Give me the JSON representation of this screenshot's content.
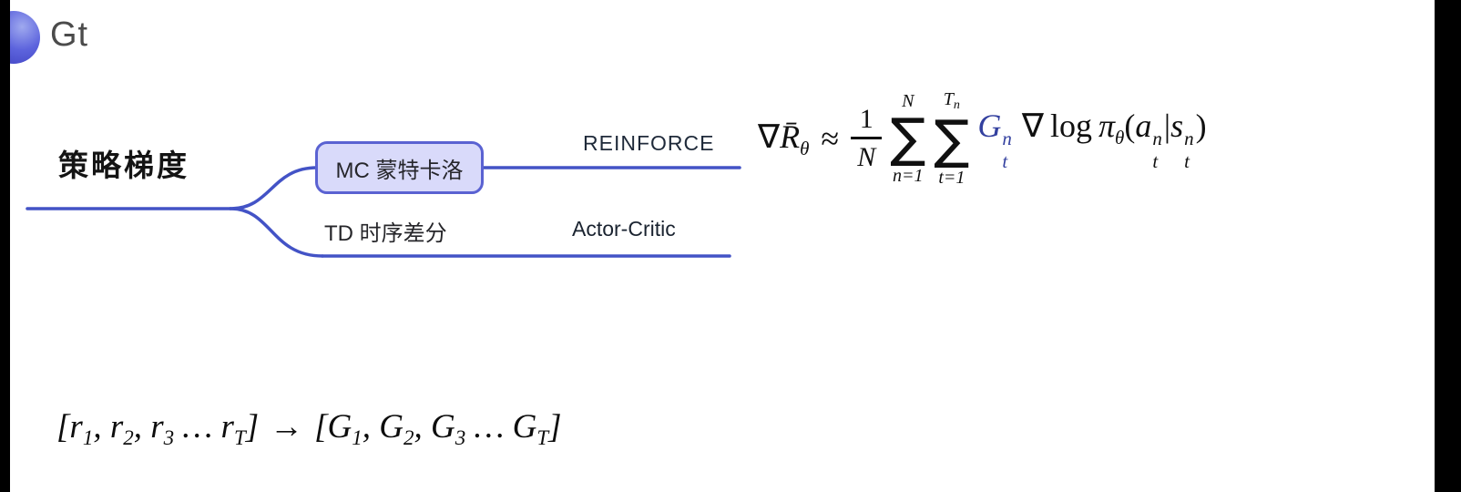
{
  "colors": {
    "connector": "#4353c6",
    "node_fill": "#d9dafa",
    "node_border": "#5a62d2",
    "g_term": "#33409f",
    "logo_text": "#4b4b4b"
  },
  "logo": {
    "text": "Gt"
  },
  "mindmap": {
    "root": "策略梯度",
    "mc_node": "MC 蒙特卡洛",
    "td_node": "TD 时序差分",
    "reinforce": "REINFORCE",
    "actor_critic": "Actor-Critic"
  },
  "formula": {
    "nabla1": "∇",
    "rbar": "R̄",
    "sub_theta1": "θ",
    "approx": "≈",
    "num": "1",
    "den": "N",
    "sigma": "∑",
    "sum1_upper": "N",
    "sum1_lower": "n=1",
    "sum2_upper_base": "T",
    "sum2_upper_sub": "n",
    "sum2_lower": "t=1",
    "G": "G",
    "G_sup": "n",
    "G_sub": "t",
    "nabla2": "∇",
    "log": "log",
    "pi": "π",
    "sub_theta2": "θ",
    "open": "(",
    "a": "a",
    "a_sup": "n",
    "a_sub": "t",
    "pipe": "|",
    "s": "s",
    "s_sup": "n",
    "s_sub": "t",
    "close": ")"
  },
  "bottom_equation": {
    "t1": "[r",
    "s1": "1",
    "t2": ", r",
    "s2": "2",
    "t3": ", r",
    "s3": "3",
    "t4": " … r",
    "s4": "T",
    "t5": "]",
    "arrow": "→",
    "t6": "[G",
    "s6": "1",
    "t7": ", G",
    "s7": "2",
    "t8": ", G",
    "s8": "3",
    "t9": " … G",
    "s9": "T",
    "t10": "]"
  }
}
